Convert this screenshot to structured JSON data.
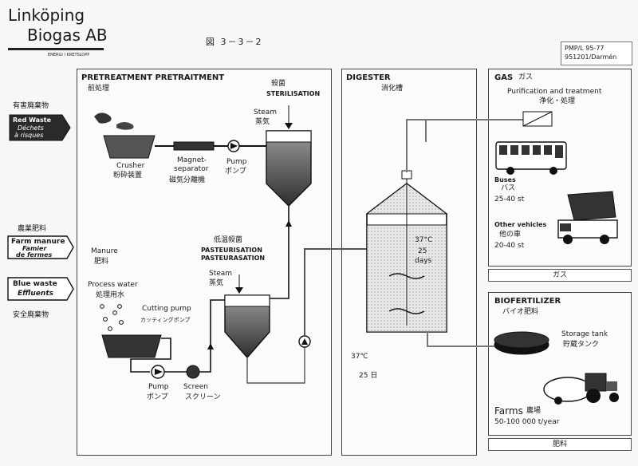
{
  "header": {
    "logo_line1": "Linköping",
    "logo_line2": "Biogas AB",
    "logo_sub": "ENERGI I KRETSLOPP",
    "figure_label": "図 3－3－2",
    "stamp_line1": "PMP/L 95-77",
    "stamp_line2": "951201/Darmén"
  },
  "left_inputs": {
    "hazard_jp": "有害廃棄物",
    "red_waste_1": "Red Waste",
    "red_waste_2": "Déchets",
    "red_waste_3": "à risques",
    "farm_jp": "農業肥料",
    "farm_en": "Farm manure",
    "farm_fr1": "Famier",
    "farm_fr2": "de fermes",
    "blue_en": "Blue waste",
    "blue_fr": "Effluents",
    "safe_jp": "安全廃棄物"
  },
  "pretreatment": {
    "title": "PRETREATMENT PRETRAITMENT",
    "title_jp": "前処理",
    "sterilisation_jp": "殺菌",
    "sterilisation": "STERILISATION",
    "steam1": "Steam",
    "steam1_jp": "蒸気",
    "crusher": "Crusher",
    "crusher_jp": "粉砕装置",
    "magnet1": "Magnet-",
    "magnet2": "separator",
    "magnet_jp": "磁気分離機",
    "pump1": "Pump",
    "pump1_jp": "ポンプ",
    "manure": "Manure",
    "manure_jp": "肥料",
    "pasteur_jp": "低温殺菌",
    "pasteur1": "PASTEURISATION",
    "pasteur2": "PASTEURASATION",
    "steam2": "Steam",
    "steam2_jp": "蒸気",
    "process_water": "Process water",
    "process_water_jp": "処理用水",
    "cutting_pump": "Cutting pump",
    "cutting_pump_jp": "カッティングポンプ",
    "pump2": "Pump",
    "pump2_jp": "ポンプ",
    "screen": "Screen",
    "screen_jp": "スクリーン"
  },
  "digester": {
    "title": "DIGESTER",
    "title_jp": "消化槽",
    "temp_inner": "37°C",
    "days_num": "25",
    "days_word": "days",
    "temp_outer": "37℃",
    "days_outer": "25 日"
  },
  "gas": {
    "title": "GAS",
    "title_jp": "ガス",
    "purif": "Purification and treatment",
    "purif_jp": "浄化・処理",
    "buses": "Buses",
    "buses_jp": "バス",
    "buses_range": "25-40 st",
    "other": "Other vehicles",
    "other_jp": "他の車",
    "other_range": "20-40 st",
    "footer": "ガス"
  },
  "biofertilizer": {
    "title": "BIOFERTILIZER",
    "title_jp": "バイオ肥料",
    "storage": "Storage tank",
    "storage_jp": "貯蔵タンク",
    "farms": "Farms",
    "farms_jp": "農場",
    "farms_range": "50-100 000 t/year",
    "footer": "肥料"
  }
}
